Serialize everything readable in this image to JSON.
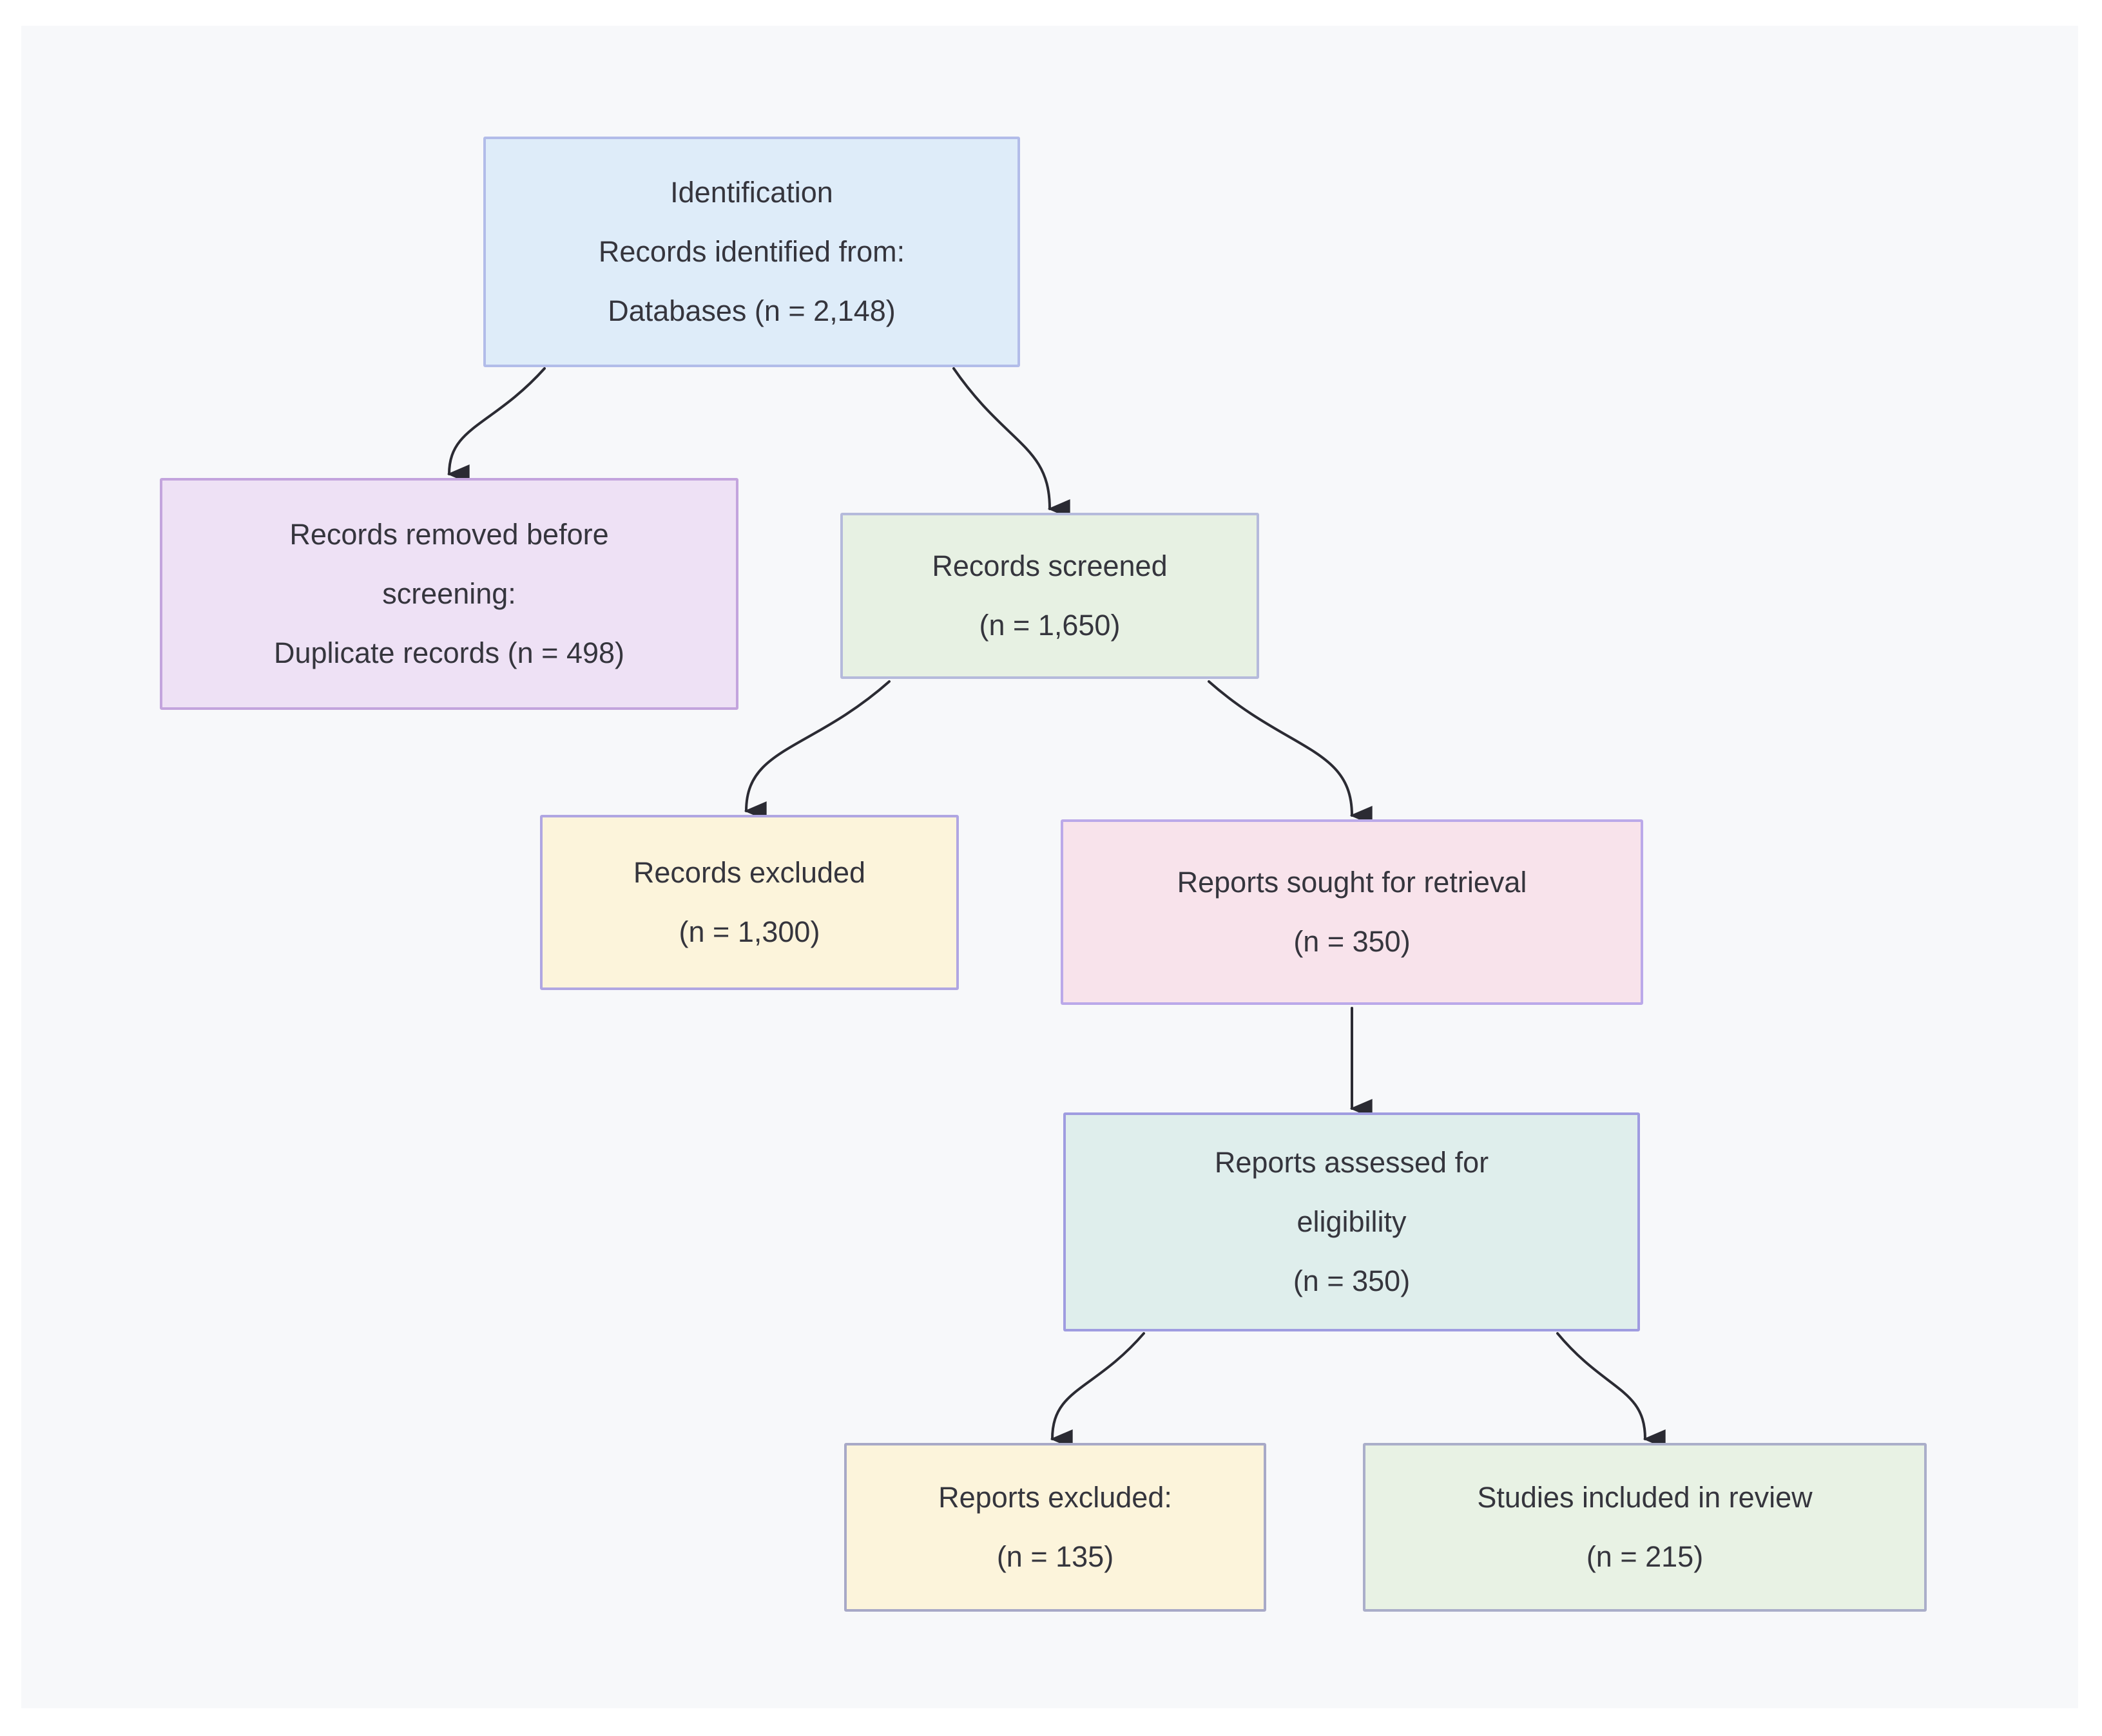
{
  "page": {
    "background": "#ffffff",
    "panel_background": "#f7f8fa"
  },
  "diagram": {
    "name": "PRISMA-style study selection flow diagram",
    "arrow_color": "#2b2b33",
    "text_color": "#35353d",
    "boxes": [
      {
        "id": "identification",
        "lines": [
          "Identification",
          "Records identified from:",
          "Databases (n = 2,148)"
        ],
        "n": "2,148",
        "fill": "#deecf9",
        "border": "#b2bce9"
      },
      {
        "id": "records-removed",
        "lines": [
          "Records removed before",
          "screening:",
          "Duplicate records (n = 498)"
        ],
        "n": "498",
        "fill": "#eee1f5",
        "border": "#c3a4dd"
      },
      {
        "id": "records-screened",
        "lines": [
          "Records screened",
          "(n = 1,650)"
        ],
        "n": "1,650",
        "fill": "#e7f1e3",
        "border": "#b5badb"
      },
      {
        "id": "records-excluded",
        "lines": [
          "Records excluded",
          "(n = 1,300)"
        ],
        "n": "1,300",
        "fill": "#fcf4db",
        "border": "#b0a6e2"
      },
      {
        "id": "reports-sought",
        "lines": [
          "Reports sought for retrieval",
          "(n = 350)"
        ],
        "n": "350",
        "fill": "#f8e3eb",
        "border": "#bba9e9"
      },
      {
        "id": "reports-assessed",
        "lines": [
          "Reports assessed for",
          "eligibility",
          "(n = 350)"
        ],
        "n": "350",
        "fill": "#dfeeec",
        "border": "#9f9ce0"
      },
      {
        "id": "reports-excluded",
        "lines": [
          "Reports excluded:",
          "(n = 135)"
        ],
        "n": "135",
        "fill": "#fcf4db",
        "border": "#a8a9c7"
      },
      {
        "id": "studies-included",
        "lines": [
          "Studies included in review",
          "(n = 215)"
        ],
        "n": "215",
        "fill": "#e8f2e4",
        "border": "#aaaec9"
      }
    ],
    "connections": [
      {
        "from": "identification",
        "to": "records-removed"
      },
      {
        "from": "identification",
        "to": "records-screened"
      },
      {
        "from": "records-screened",
        "to": "records-excluded"
      },
      {
        "from": "records-screened",
        "to": "reports-sought"
      },
      {
        "from": "reports-sought",
        "to": "reports-assessed"
      },
      {
        "from": "reports-assessed",
        "to": "reports-excluded"
      },
      {
        "from": "reports-assessed",
        "to": "studies-included"
      }
    ]
  }
}
